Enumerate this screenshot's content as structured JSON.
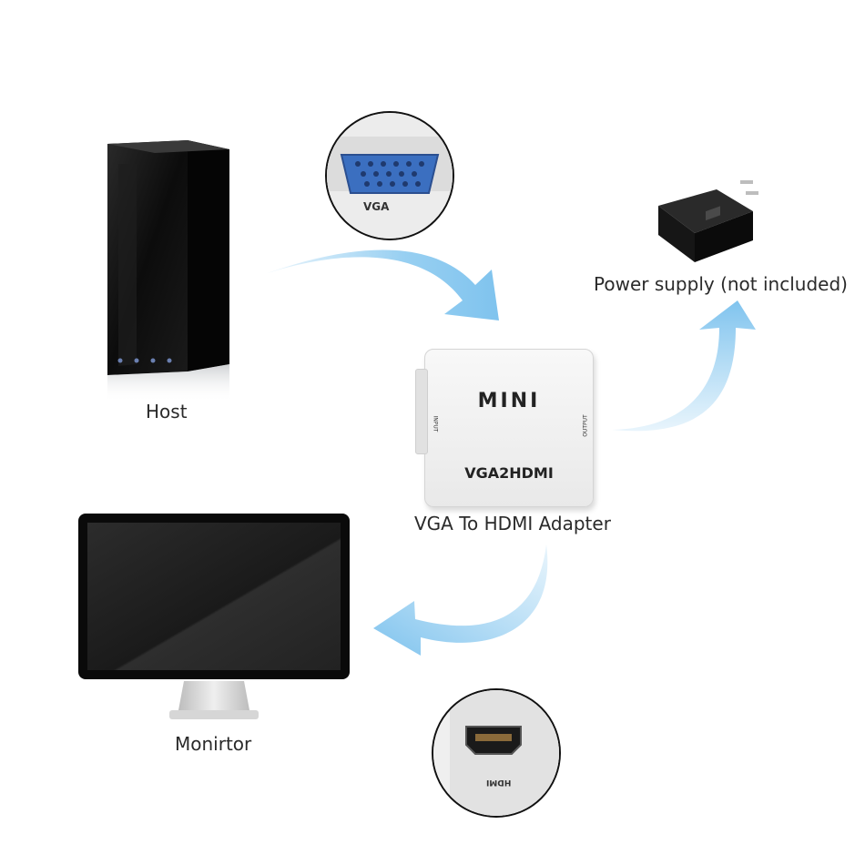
{
  "labels": {
    "host": "Host",
    "power_supply": "Power supply (not included)",
    "adapter": "VGA To HDMI Adapter",
    "monitor": "Monirtor"
  },
  "adapter_device": {
    "brand": "MINI",
    "model": "VGA2HDMI",
    "input_label": "INPUT",
    "output_label": "OUTPUT"
  },
  "callouts": {
    "vga_port_label": "VGA",
    "hdmi_port_label": "HDMI"
  },
  "colors": {
    "arrow": "#8ccaf0",
    "device_body": "#f4f4f4",
    "vga_blue": "#2f62b0",
    "dark": "#111111"
  }
}
